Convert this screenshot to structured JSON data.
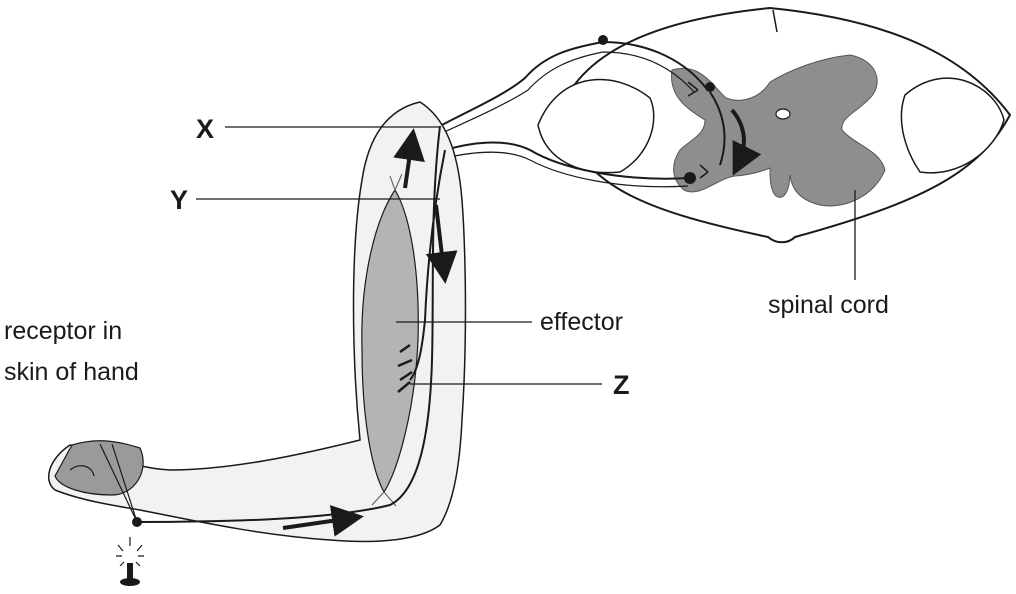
{
  "labels": {
    "x": "X",
    "y": "Y",
    "z": "Z",
    "effector": "effector",
    "spinal_cord": "spinal cord",
    "receptor_line1": "receptor in",
    "receptor_line2": "skin of hand"
  },
  "colors": {
    "ink": "#1a1a1a",
    "grey_matter": "#8e8e8e",
    "muscle": "#b4b4b4",
    "arm_fill": "#f2f2f2",
    "skin_fill": "#ececec"
  }
}
